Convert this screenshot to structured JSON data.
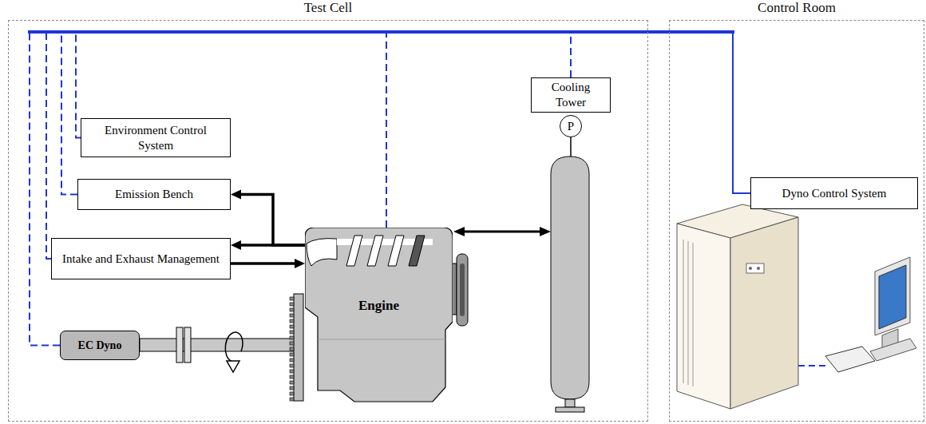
{
  "diagram": {
    "nodes": [
      {
        "text": [
          "Test Cell"
        ]
      },
      {
        "text": [
          "Control Room"
        ]
      },
      {
        "text": [
          "Environment Control System"
        ],
        "in": 0
      },
      {
        "text": [
          "Emission Bench"
        ],
        "in": 0
      },
      {
        "text": [
          "Intake and Exhaust Management"
        ],
        "in": 0
      },
      {
        "text": [
          "EC Dyno"
        ],
        "in": 0
      },
      {
        "text": [
          "Engine"
        ],
        "in": 0
      },
      {
        "text": [
          "Cooling Tower"
        ],
        "in": 0
      },
      {
        "text": [
          "P"
        ],
        "in": 0
      },
      {
        "text": [
          "Dyno Control System"
        ],
        "in": 1
      }
    ],
    "edges": [
      {
        "from": 2,
        "to": 9,
        "arrow": "none"
      },
      {
        "from": 3,
        "to": 9,
        "arrow": "none"
      },
      {
        "from": 4,
        "to": 9,
        "arrow": "none"
      },
      {
        "from": 5,
        "to": 9,
        "arrow": "none"
      },
      {
        "from": 6,
        "to": 9,
        "arrow": "none"
      },
      {
        "from": 7,
        "to": 9,
        "arrow": "none"
      },
      {
        "from": 6,
        "to": 3,
        "arrow": "to"
      },
      {
        "from": 6,
        "to": 4,
        "arrow": "to"
      },
      {
        "from": 4,
        "to": 6,
        "arrow": "to"
      }
    ]
  }
}
